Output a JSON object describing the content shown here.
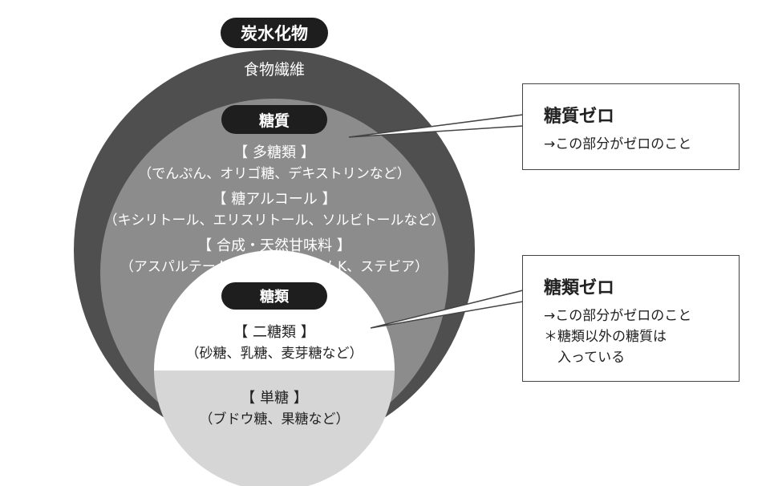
{
  "carbohydrate": {
    "label": "炭水化物",
    "fiber_label": "食物繊維"
  },
  "sugar_quality": {
    "label": "糖質",
    "groups": [
      {
        "heading": "【 多糖類 】",
        "examples": "（でんぷん、オリゴ糖、デキストリンなど）"
      },
      {
        "heading": "【 糖アルコール 】",
        "examples": "（キシリトール、エリスリトール、ソルビトールなど）"
      },
      {
        "heading": "【 合成・天然甘味料 】",
        "examples": "（アスパルテーム、アセスルファムK、ステビア）"
      }
    ]
  },
  "sugars": {
    "label": "糖類",
    "disaccharide": {
      "heading": "【 二糖類 】",
      "examples": "（砂糖、乳糖、麦芽糖など）"
    },
    "monosaccharide": {
      "heading": "【 単糖 】",
      "examples": "（ブドウ糖、果糖など）"
    }
  },
  "callouts": [
    {
      "title": "糖質ゼロ",
      "lines": [
        "→この部分がゼロのこと"
      ]
    },
    {
      "title": "糖類ゼロ",
      "lines": [
        "→この部分がゼロのこと",
        "＊糖類以外の糖質は",
        "　入っている"
      ]
    }
  ],
  "colors": {
    "outer": "#4f4f4f",
    "middle": "#8c8c8c",
    "disaccharide": "#ffffff",
    "monosaccharide": "#d6d6d6",
    "pill": "#1e1e1e"
  }
}
